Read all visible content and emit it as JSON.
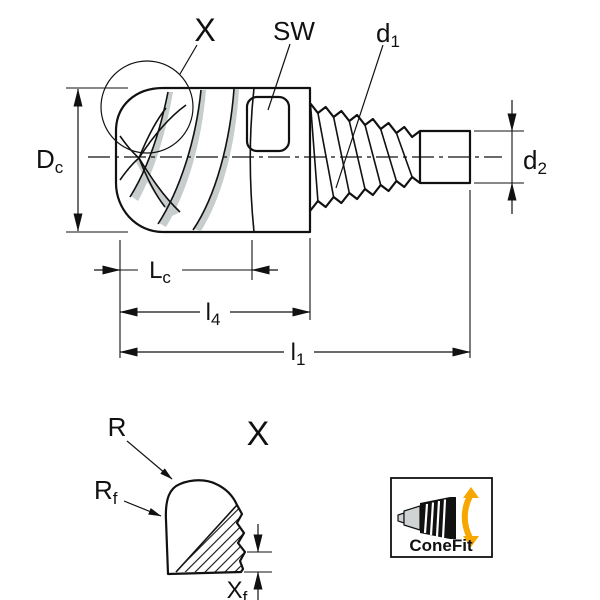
{
  "drawing": {
    "labels": {
      "detail_ref": "X",
      "sw": "SW",
      "d1_main": "d",
      "d1_sub": "1",
      "dc_main": "D",
      "dc_sub": "c",
      "d2_main": "d",
      "d2_sub": "2",
      "lc_main": "L",
      "lc_sub": "c",
      "l4_main": "l",
      "l4_sub": "4",
      "l1_main": "l",
      "l1_sub": "1"
    },
    "detail": {
      "title": "X",
      "r_label": "R",
      "rf_main": "R",
      "rf_sub": "f",
      "xf_main": "X",
      "xf_sub": "f"
    },
    "badge": {
      "label": "ConeFit"
    },
    "colors": {
      "line": "#111111",
      "body_fill": "#dde1e2",
      "body_shade": "#c7cccd",
      "flat_fill": "#d3d7d8",
      "badge_yellow": "#f7a800",
      "background": "#ffffff"
    }
  }
}
